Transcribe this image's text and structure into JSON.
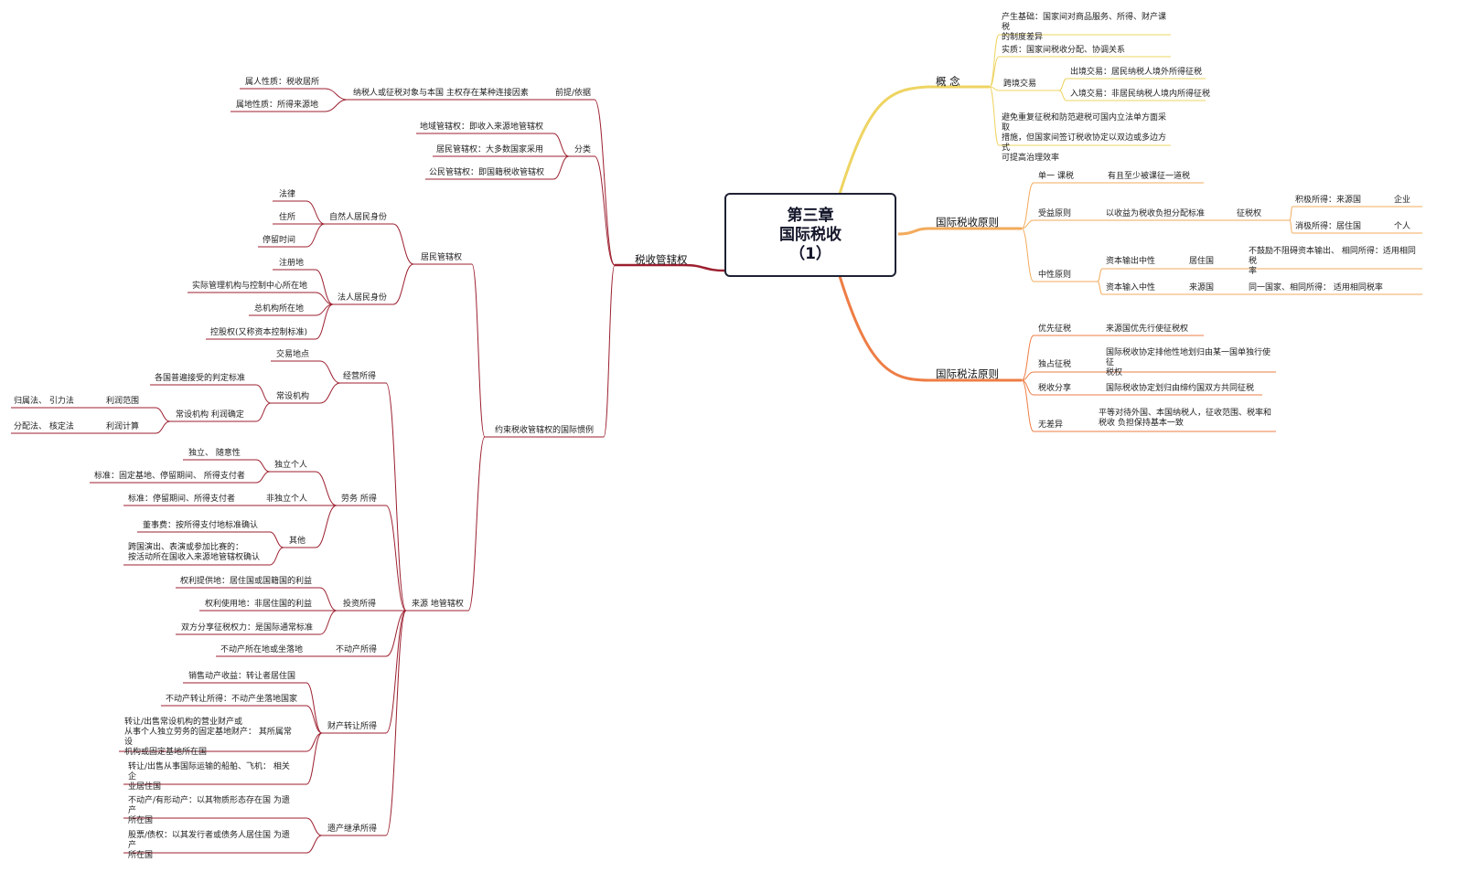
{
  "center": {
    "line1": "第三章",
    "line2": "国际税收",
    "line3": "（1）"
  },
  "left": {
    "main": "税收管辖权",
    "qianti": {
      "label": "前提/依据",
      "detail": "纳税人或征税对象与本国 主权存在某种连接因素",
      "items": [
        "属人性质：税收居所",
        "属地性质：所得来源地"
      ]
    },
    "fenlei": {
      "label": "分类",
      "items": [
        "地域管辖权：即收入来源地管辖权",
        "居民管辖权：大多数国家采用",
        "公民管辖权：即国籍税收管辖权"
      ]
    },
    "yueshu": "约束税收管辖权的国际惯例",
    "jumin": {
      "label": "居民管辖权",
      "ziran": {
        "label": "自然人居民身份",
        "items": [
          "法律",
          "住所",
          "停留时间"
        ]
      },
      "faren": {
        "label": "法人居民身份",
        "items": [
          "注册地",
          "实际管理机构与控制中心所在地",
          "总机构所在地",
          "控股权(又称资本控制标准)"
        ]
      }
    },
    "laiyuan": {
      "label": "来源 地管辖权",
      "jingying": {
        "label": "经营所得",
        "jiaoyi": "交易地点",
        "changshe": "常设机构",
        "biaozhun": "各国普遍接受的判定标准",
        "lirun": "常设机构 利润确定",
        "fanwei": "利润范围",
        "fanwei_m": "归属法、 引力法",
        "jisuan": "利润计算",
        "jisuan_m": "分配法、 核定法"
      },
      "laowu": {
        "label": "劳务 所得",
        "duli": "独立个人",
        "duli_items": [
          "独立、 随意性",
          "标准：固定基地、停留期间、 所得支付者"
        ],
        "feiduli": "非独立个人",
        "feiduli_item": "标准：停留期间、所得支付者",
        "qita": "其他",
        "qita_items": [
          "董事费：按所得支付地标准确认",
          "跨国演出、表演或参加比赛的：\n按活动所在国收入来源地管辖权确认"
        ]
      },
      "touzi": {
        "label": "投资所得",
        "items": [
          "权利提供地：居住国或国籍国的利益",
          "权利使用地：非居住国的利益",
          "双方分享征税权力：是国际通常标准"
        ]
      },
      "budongchan": {
        "label": "不动产所得",
        "item": "不动产所在地或坐落地"
      },
      "caichan": {
        "label": "财产转让所得",
        "items": [
          "销售动产收益：转让者居住国",
          "不动产转让所得：不动产坐落地国家",
          "转让/出售常设机构的营业财产或\n从事个人独立劳务的固定基地财产： 其所属常设\n机构或固定基地所在国",
          "转让/出售从事国际运输的船舶、飞机： 相关企\n业居住国"
        ]
      },
      "yichan": {
        "label": "遗产继承所得",
        "items": [
          "不动产/有形动产：以其物质形态存在国 为遗产\n所在国",
          "股票/债权：以其发行者或债务人居住国 为遗产\n所在国"
        ]
      }
    }
  },
  "right": {
    "gainian": {
      "label": "概 念",
      "chansheng": "产生基础：国家间对商品服务、所得、财产课税\n的制度差异",
      "shizhi": "实质：国家间税收分配、协调关系",
      "kuajing": "跨境交易",
      "chujing": "出境交易：居民纳税人境外所得征税",
      "rujing": "入境交易：非居民纳税人境内所得征税",
      "bimian": "避免重复征税和防范避税可国内立法单方面采取\n措施，但国家间签订税收协定以双边或多边方式\n可提高治理效率"
    },
    "yuanze": {
      "label": "国际税收原则",
      "danyi": "单一 课税",
      "danyi_d": "有且至少被课征一道税",
      "shouyi": "受益原则",
      "shouyi_d": "以收益为税收负担分配标准",
      "zhengshui": "征税权",
      "jiji": "积极所得：来源国",
      "qiye": "企业",
      "xiaoji": "消极所得：居住国",
      "geren": "个人",
      "zhongxing": "中性原则",
      "ziben_out": "资本输出中性",
      "juzhuguo": "居住国",
      "ziben_out_d": "不鼓励不阻碍资本输出、 相同所得：适用相同税\n率",
      "ziben_in": "资本输入中性",
      "laiyuanguo": "来源国",
      "ziben_in_d": "同一国家、相同所得： 适用相同税率"
    },
    "shuifa": {
      "label": "国际税法原则",
      "youxian": "优先征税",
      "youxian_d": "来源国优先行使征税权",
      "duzhan": "独占征税",
      "duzhan_d": "国际税收协定排他性地划归由某一国单独行使征\n税权",
      "fenxiang": "税收分享",
      "fenxiang_d": "国际税收协定划归由缔约国双方共同征税",
      "wuchayi": "无差异",
      "wuchayi_d": "平等对待外国、本国纳税人，征收范围、税率和\n税收 负担保持基本一致"
    }
  },
  "colors": {
    "left": "#9c1f2f",
    "gainian": "#eed462",
    "yuanze": "#f2ab5c",
    "shuifa": "#ee7d45",
    "box": "#1e2233"
  }
}
